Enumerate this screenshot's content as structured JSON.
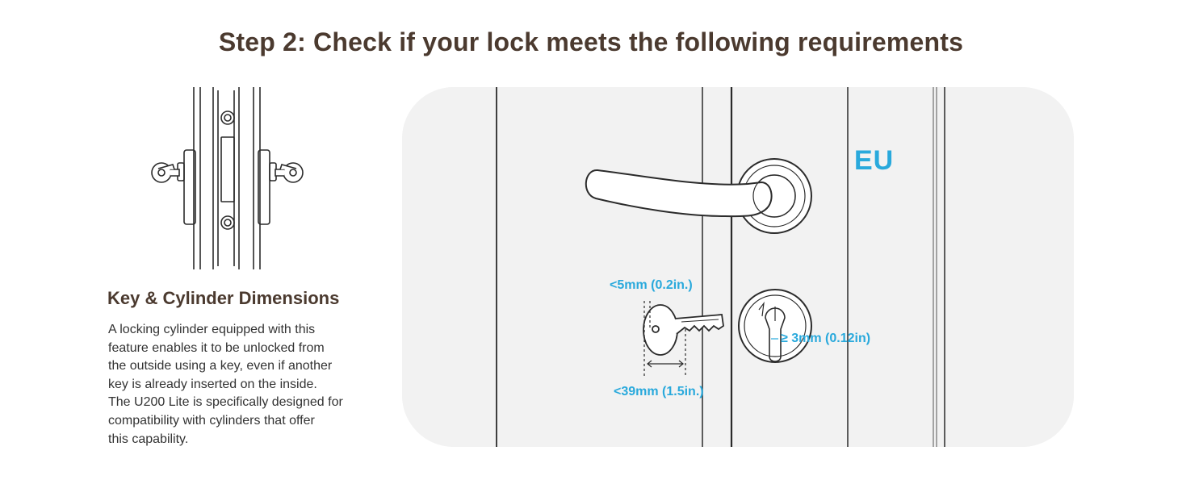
{
  "heading": "Step 2: Check if your lock meets the following requirements",
  "section": {
    "title": "Key & Cylinder Dimensions",
    "description_lines": [
      "A locking cylinder equipped with this",
      "feature enables it to be unlocked from",
      "the outside using a key, even if another",
      "key is already inserted on the inside.",
      "The U200 Lite is specifically designed for",
      "compatibility with cylinders that offer",
      "this capability."
    ]
  },
  "diagram": {
    "region": "EU",
    "key_width": "<5mm (0.2in.)",
    "key_length": "<39mm (1.5in.)",
    "cam_clearance": "≥ 3mm (0.12in)",
    "icons": [
      "key-icon",
      "door-lever-icon",
      "cylinder-lock-icon",
      "mortise-lock-icon"
    ]
  },
  "colors": {
    "heading": "#4b3a2f",
    "body_text": "#333333",
    "accent_blue": "#29a9dc",
    "panel_background": "#f2f2f2",
    "line_art": "#2b2b2b"
  }
}
